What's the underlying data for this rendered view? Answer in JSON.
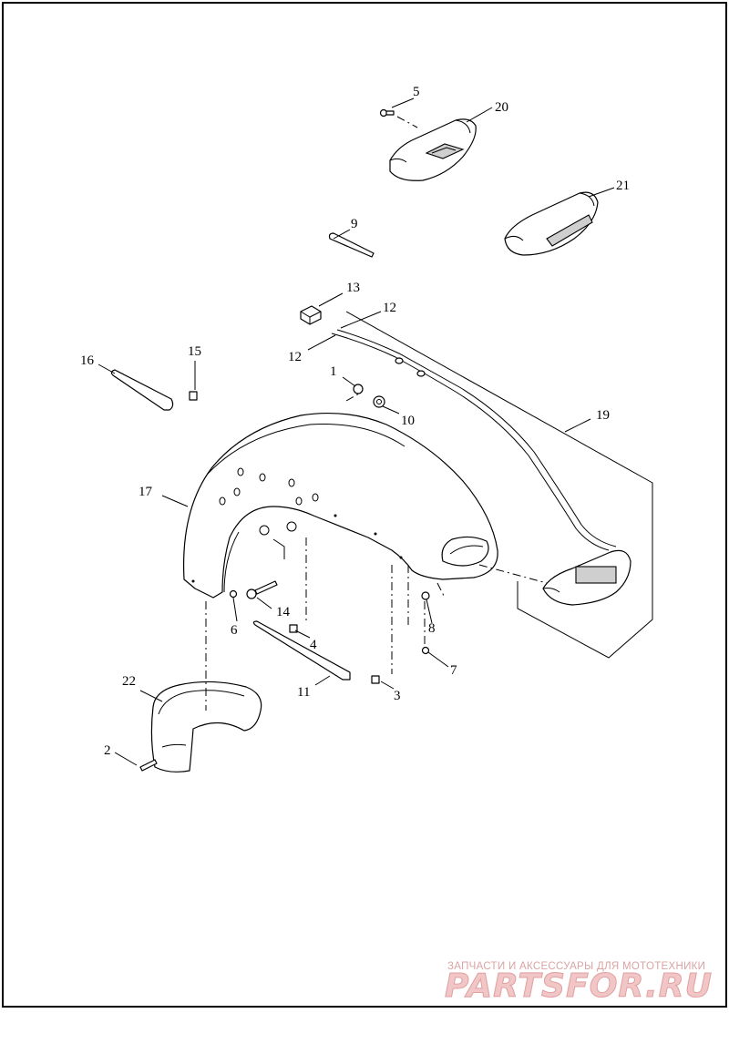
{
  "diagram": {
    "callouts": [
      {
        "id": "c1",
        "text": "1"
      },
      {
        "id": "c2",
        "text": "2"
      },
      {
        "id": "c3",
        "text": "3"
      },
      {
        "id": "c4",
        "text": "4"
      },
      {
        "id": "c5",
        "text": "5"
      },
      {
        "id": "c6",
        "text": "6"
      },
      {
        "id": "c7",
        "text": "7"
      },
      {
        "id": "c8",
        "text": "8"
      },
      {
        "id": "c9",
        "text": "9"
      },
      {
        "id": "c10",
        "text": "10"
      },
      {
        "id": "c11",
        "text": "11"
      },
      {
        "id": "c12a",
        "text": "12"
      },
      {
        "id": "c12b",
        "text": "12"
      },
      {
        "id": "c13",
        "text": "13"
      },
      {
        "id": "c14",
        "text": "14"
      },
      {
        "id": "c15",
        "text": "15"
      },
      {
        "id": "c16",
        "text": "16"
      },
      {
        "id": "c17",
        "text": "17"
      },
      {
        "id": "c19",
        "text": "19"
      },
      {
        "id": "c20",
        "text": "20"
      },
      {
        "id": "c21",
        "text": "21"
      },
      {
        "id": "c22",
        "text": "22"
      }
    ]
  },
  "watermark": {
    "tagline": "ЗАПЧАСТИ И АКСЕССУАРЫ ДЛЯ МОТОТЕХНИКИ",
    "logo": "PARTSFOR.RU",
    "color": "#e8a8a8"
  }
}
